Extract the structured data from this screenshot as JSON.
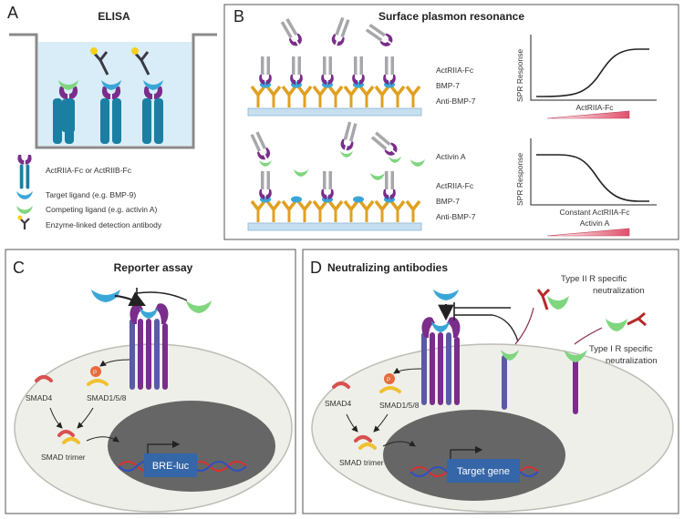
{
  "panel_a": {
    "letter": "A",
    "title": "ELISA",
    "legend": [
      "ActRIIA-Fc or ActRIIB-Fc",
      "Target ligand (e.g. BMP-9)",
      "Competing ligand (e.g. activin A)",
      "Enzyme-linked detection antibody"
    ]
  },
  "panel_b": {
    "letter": "B",
    "title": "Surface plasmon resonance",
    "top_labels": [
      "ActRIIA-Fc",
      "BMP-7",
      "Anti-BMP-7"
    ],
    "bottom_labels": [
      "Activin A",
      "ActRIIA-Fc",
      "BMP-7",
      "Anti-BMP-7"
    ],
    "plot1": {
      "ylabel": "SPR Response",
      "xlabel": "ActRIIA-Fc"
    },
    "plot2": {
      "ylabel": "SPR Response",
      "xlabel": "Constant ActRIIA-Fc",
      "xlabel2": "Activin A"
    }
  },
  "panel_c": {
    "letter": "C",
    "title": "Reporter assay",
    "labels": {
      "smad4": "SMAD4",
      "smad158": "SMAD1/5/8",
      "trimer": "SMAD trimer",
      "reporter": "BRE-luc",
      "p": "P"
    }
  },
  "panel_d": {
    "letter": "D",
    "title": "Neutralizing antibodies",
    "type2": "Type II R specific neutralization",
    "type1": "Type I R specific neutralization",
    "labels": {
      "smad4": "SMAD4",
      "smad158": "SMAD1/5/8",
      "trimer": "SMAD trimer",
      "target": "Target gene",
      "p": "P"
    }
  },
  "colors": {
    "blue_receptor": "#1a7fa3",
    "purple": "#7b2d8b",
    "ligand_blue": "#3aa6d8",
    "ligand_green": "#7fd67f",
    "anchor_orange": "#e0a020",
    "chip": "#c6dff0",
    "reporter_box": "#3466a8"
  }
}
